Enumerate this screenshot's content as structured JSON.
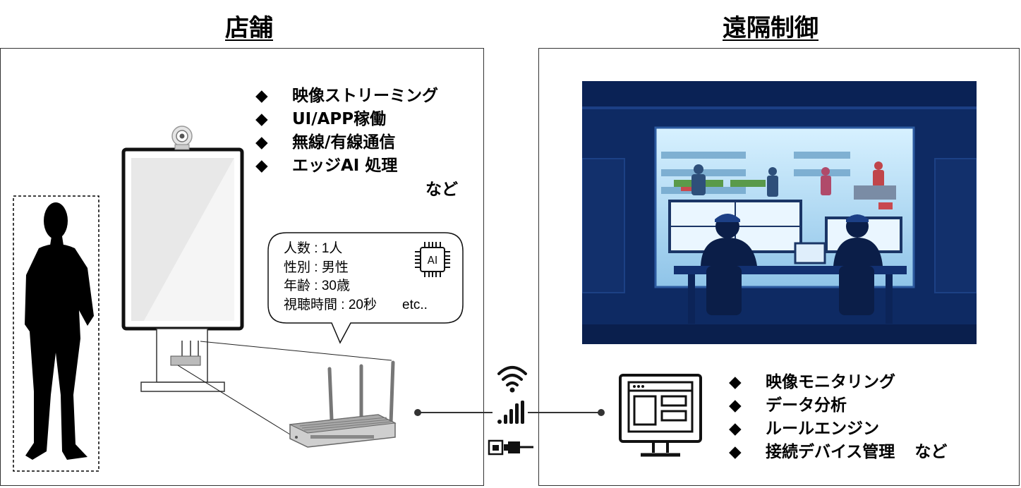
{
  "store": {
    "title": "店舗",
    "features": [
      "映像ストリーミング",
      "UI/APP稼働",
      "無線/有線通信",
      "エッジAI 処理"
    ],
    "features_suffix": "など",
    "bullet": "◆"
  },
  "remote": {
    "title": "遠隔制御",
    "features": [
      "映像モニタリング",
      "データ分析",
      "ルールエンジン",
      "接続デバイス管理"
    ],
    "features_suffix": "など",
    "bullet": "◆"
  },
  "analysis": {
    "lines": [
      "人数 : 1人",
      "性別 : 男性",
      "年齢 : 30歳",
      "視聴時間 : 20秒"
    ],
    "suffix": "etc..",
    "chip_label": "AI"
  },
  "icons": [
    "person-silhouette-icon",
    "webcam-icon",
    "signage-display-icon",
    "edge-gateway-icon",
    "ai-chip-icon",
    "wifi-icon",
    "signal-bars-icon",
    "ethernet-icon",
    "monitor-dashboard-icon"
  ],
  "colors": {
    "ops_room_bg": "#0e2a63",
    "ops_room_glow": "#bfe6ff",
    "panel_border": "#333333"
  }
}
